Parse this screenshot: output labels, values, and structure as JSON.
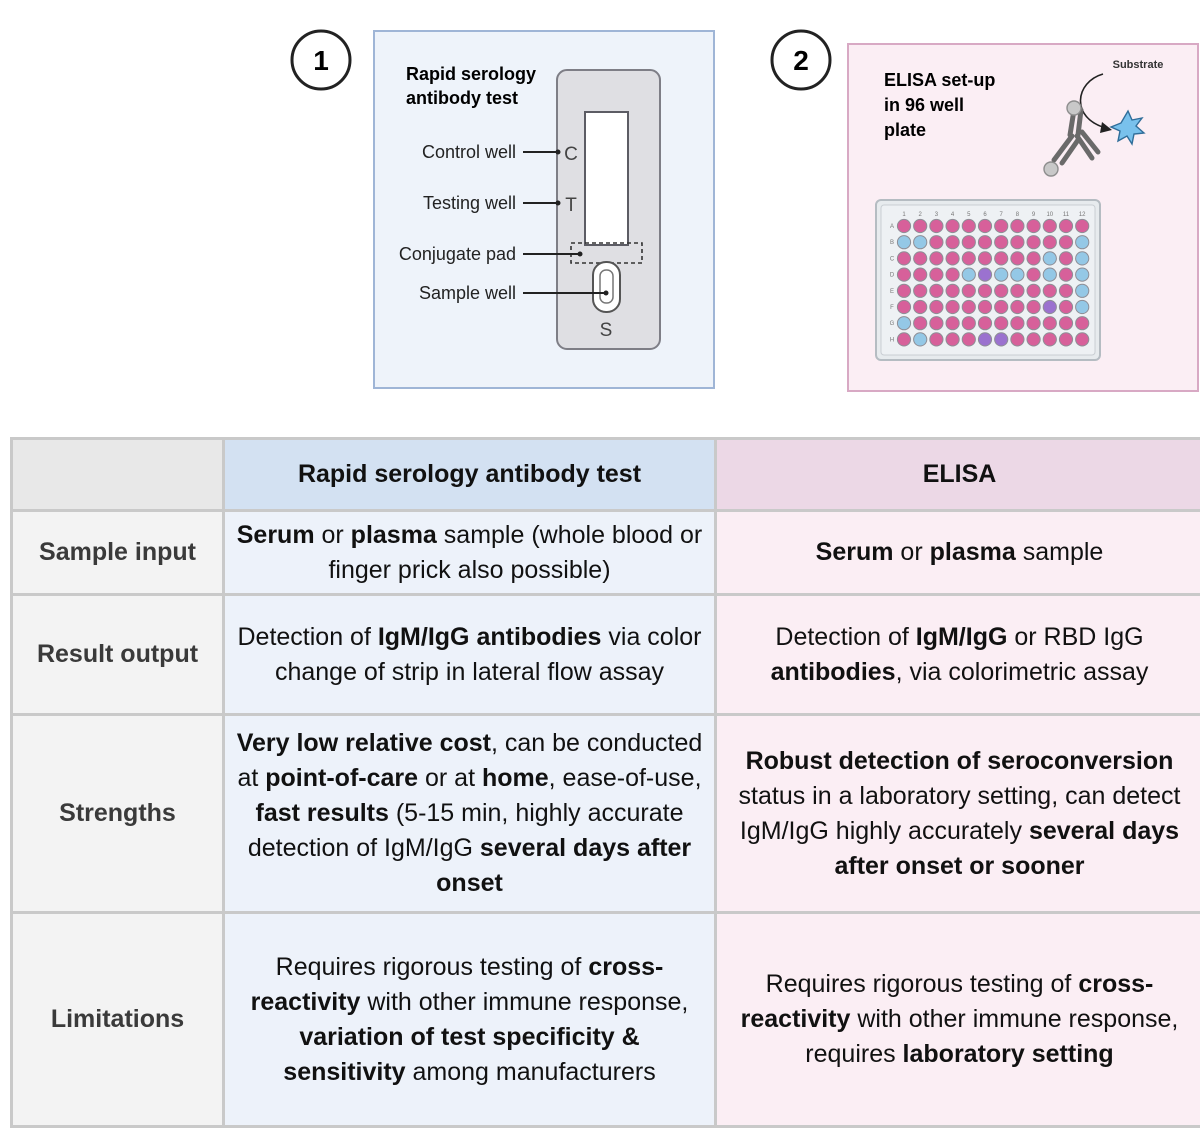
{
  "panel1": {
    "number": "1",
    "title_line1": "Rapid serology",
    "title_line2": "antibody test",
    "labels": {
      "control_well": "Control well",
      "testing_well": "Testing well",
      "conjugate_pad": "Conjugate pad",
      "sample_well": "Sample well"
    },
    "strip_letters": {
      "c": "C",
      "t": "T",
      "s": "S"
    }
  },
  "panel2": {
    "number": "2",
    "title_line1": "ELISA set-up",
    "title_line2": "in 96 well",
    "title_line3": "plate",
    "substrate_label": "Substrate",
    "plate_columns": [
      "1",
      "2",
      "3",
      "4",
      "5",
      "6",
      "7",
      "8",
      "9",
      "10",
      "11",
      "12"
    ],
    "plate_rows": [
      "A",
      "B",
      "C",
      "D",
      "E",
      "F",
      "G",
      "H"
    ],
    "well_colors": {
      "default": "#d7609a",
      "blue": "#94c8e6",
      "purple": "#9b72cf"
    },
    "blue_wells": [
      [
        1,
        0
      ],
      [
        1,
        1
      ],
      [
        1,
        11
      ],
      [
        2,
        11
      ],
      [
        3,
        4
      ],
      [
        3,
        6
      ],
      [
        3,
        7
      ],
      [
        3,
        9
      ],
      [
        3,
        11
      ],
      [
        4,
        11
      ],
      [
        5,
        11
      ],
      [
        6,
        0
      ],
      [
        7,
        1
      ],
      [
        2,
        9
      ]
    ],
    "purple_wells": [
      [
        3,
        5
      ],
      [
        5,
        9
      ],
      [
        7,
        5
      ],
      [
        7,
        6
      ]
    ]
  },
  "table": {
    "headers": [
      "",
      "Rapid serology antibody test",
      "ELISA"
    ],
    "rows": [
      {
        "label": "Sample input",
        "rapid": [
          {
            "t": "Serum",
            "b": true
          },
          {
            "t": " or ",
            "b": false
          },
          {
            "t": "plasma",
            "b": true
          },
          {
            "t": " sample  (whole blood or finger prick also possible)",
            "b": false
          }
        ],
        "elisa": [
          {
            "t": "Serum",
            "b": true
          },
          {
            "t": " or ",
            "b": false
          },
          {
            "t": "plasma",
            "b": true
          },
          {
            "t": " sample",
            "b": false
          }
        ]
      },
      {
        "label": "Result output",
        "rapid": [
          {
            "t": "Detection of ",
            "b": false
          },
          {
            "t": "IgM/IgG antibodies",
            "b": true
          },
          {
            "t": " via color change of strip in lateral flow assay",
            "b": false
          }
        ],
        "elisa": [
          {
            "t": "Detection of ",
            "b": false
          },
          {
            "t": "IgM/IgG",
            "b": true
          },
          {
            "t": " or RBD IgG ",
            "b": false
          },
          {
            "t": "antibodies",
            "b": true
          },
          {
            "t": ", via colorimetric assay",
            "b": false
          }
        ]
      },
      {
        "label": "Strengths",
        "rapid": [
          {
            "t": "Very low relative cost",
            "b": true
          },
          {
            "t": ", can be conducted at ",
            "b": false
          },
          {
            "t": "point-of-care",
            "b": true
          },
          {
            "t": " or at ",
            "b": false
          },
          {
            "t": "home",
            "b": true
          },
          {
            "t": ", ease-of-use, ",
            "b": false
          },
          {
            "t": "fast results",
            "b": true
          },
          {
            "t": " (5-15 min, highly accurate detection of IgM/IgG ",
            "b": false
          },
          {
            "t": "several days after onset",
            "b": true
          }
        ],
        "elisa": [
          {
            "t": "Robust detection of seroconversion",
            "b": true
          },
          {
            "t": " status in a laboratory setting, can detect IgM/IgG highly accurately ",
            "b": false
          },
          {
            "t": "several days after onset or sooner",
            "b": true
          }
        ]
      },
      {
        "label": "Limitations",
        "rapid": [
          {
            "t": "Requires rigorous testing of ",
            "b": false
          },
          {
            "t": "cross-reactivity",
            "b": true
          },
          {
            "t": " with other immune response, ",
            "b": false
          },
          {
            "t": "variation of test specificity & sensitivity",
            "b": true
          },
          {
            "t": " among manufacturers",
            "b": false
          }
        ],
        "elisa": [
          {
            "t": "Requires rigorous testing of ",
            "b": false
          },
          {
            "t": "cross-reactivity",
            "b": true
          },
          {
            "t": " with other immune response, requires ",
            "b": false
          },
          {
            "t": "laboratory setting",
            "b": true
          }
        ]
      }
    ]
  }
}
